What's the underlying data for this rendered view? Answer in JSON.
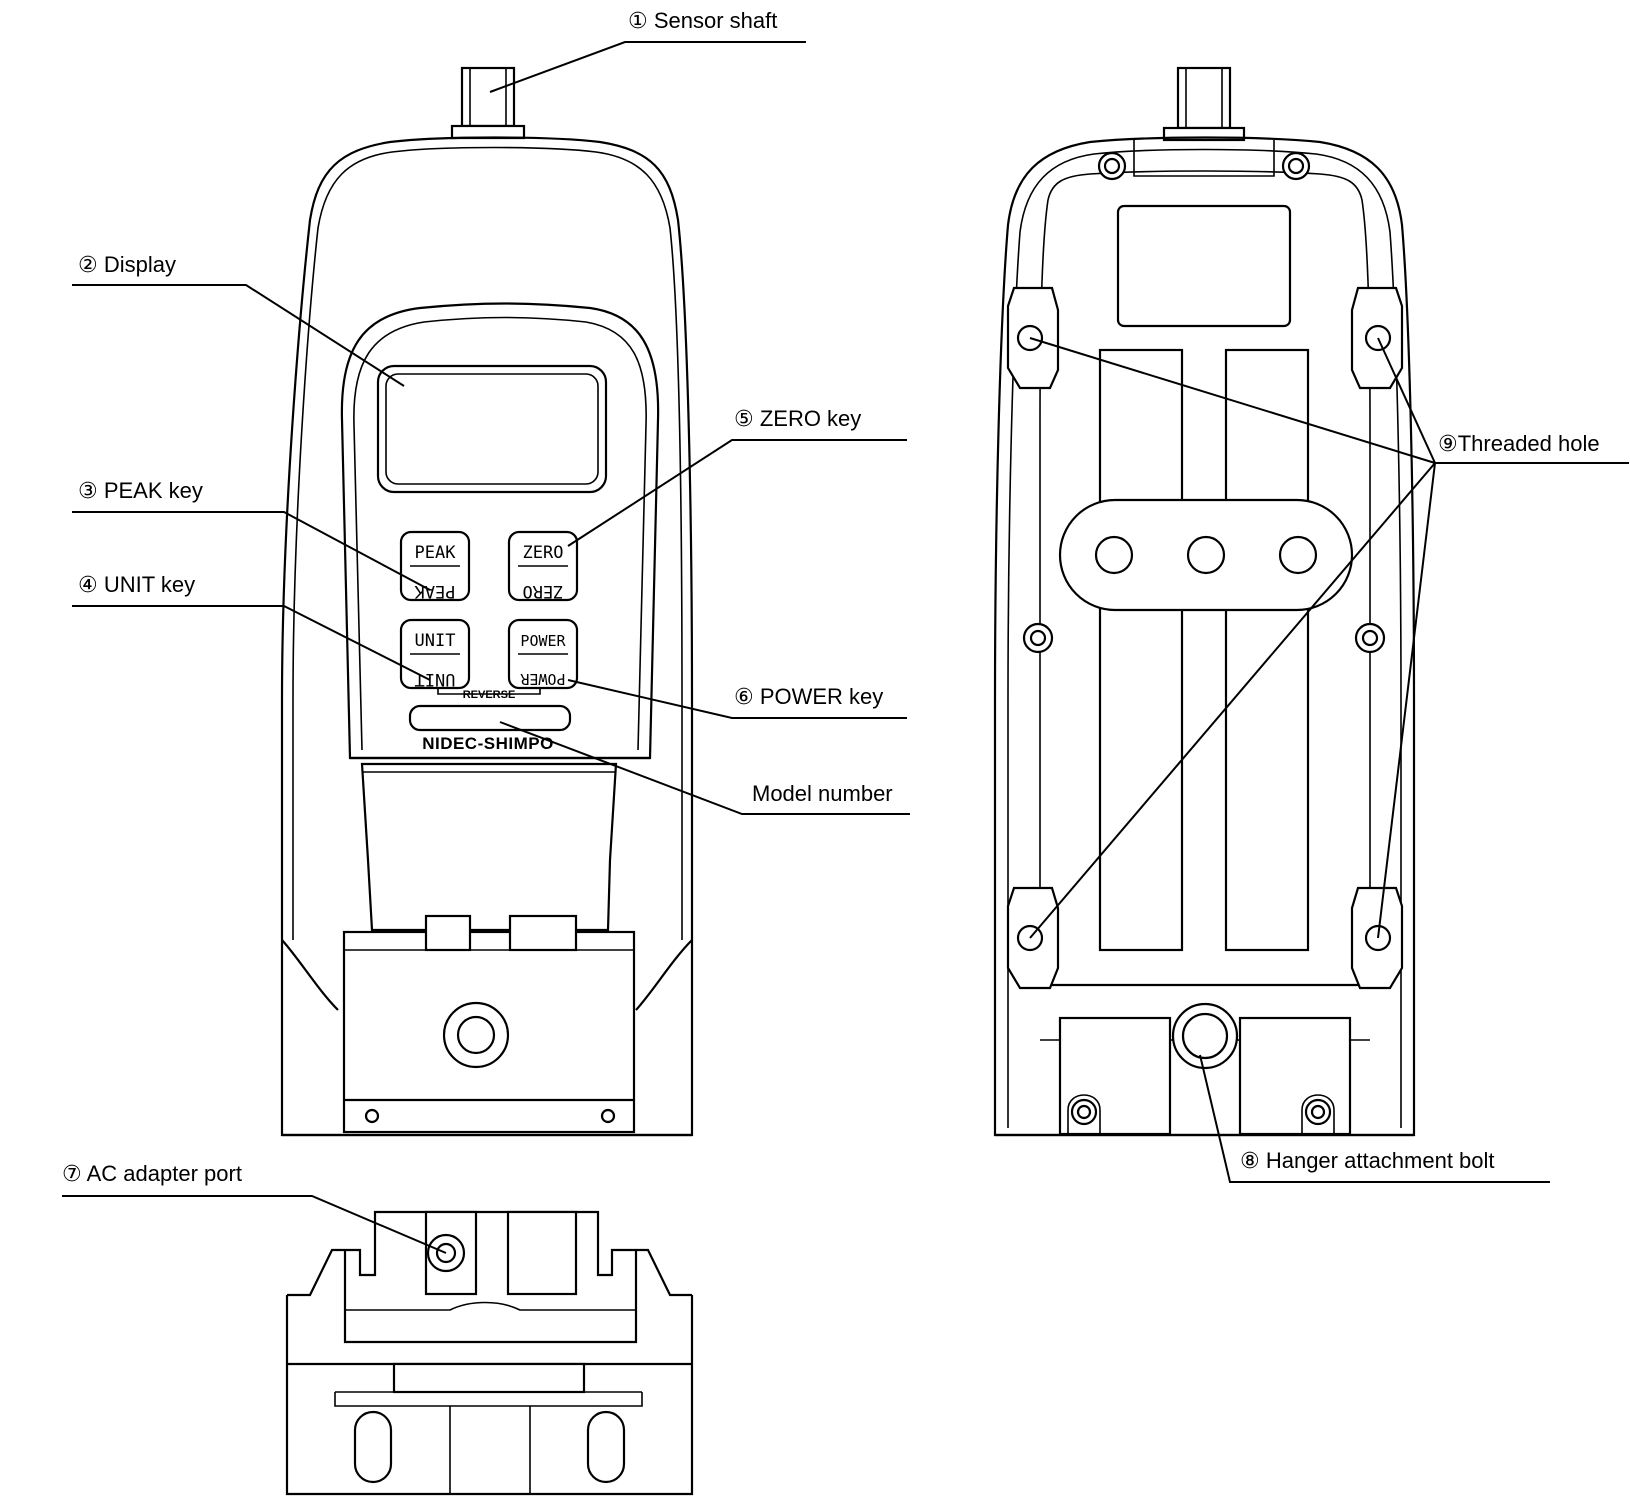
{
  "labels": {
    "sensor_shaft": "① Sensor shaft",
    "display": "② Display",
    "peak_key": "③ PEAK key",
    "unit_key": "④ UNIT key",
    "zero_key": "⑤ ZERO key",
    "power_key": "⑥ POWER key",
    "model_number": "Model number",
    "ac_adapter_port": "⑦ AC adapter port",
    "hanger_bolt": "⑧ Hanger attachment bolt",
    "threaded_hole": "⑨Threaded hole"
  },
  "device": {
    "key_peak": "PEAK",
    "key_zero": "ZERO",
    "key_unit": "UNIT",
    "key_power": "POWER",
    "reverse": "REVERSE",
    "brand": "NIDEC-SHIMPO"
  }
}
